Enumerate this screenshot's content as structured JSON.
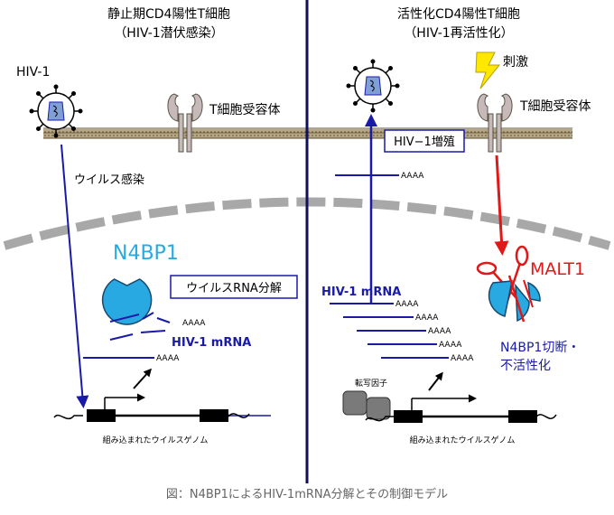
{
  "left": {
    "title": "静止期CD4陽性T細胞",
    "subtitle": "（HIV-1潜伏感染）",
    "virus_label": "HIV-1",
    "receptor_label": "T細胞受容体",
    "infection_label": "ウイルス感染",
    "protein_label": "N4BP1",
    "degradation_label": "ウイルスRNA分解",
    "mrna_label": "HIV-1 mRNA",
    "polya_tail": "AAAA",
    "genome_label": "組み込まれたウイルスゲノム"
  },
  "right": {
    "title": "活性化CD4陽性T細胞",
    "subtitle": "（HIV-1再活性化）",
    "stimulus_label": "刺激",
    "receptor_label": "T細胞受容体",
    "replication_label": "HIV−1増殖",
    "enzyme_label": "MALT1",
    "mrna_label": "HIV-1 mRNA",
    "polya_tail": "AAAA",
    "cleavage_label_line1": "N4BP1切断・",
    "cleavage_label_line2": "不活性化",
    "tf_label": "転写因子",
    "genome_label": "組み込まれたウイルスゲノム"
  },
  "caption": "図：N4BP1によるHIV-1mRNA分解とその制御モデル",
  "colors": {
    "blue": "#1a1aa8",
    "red": "#e01818",
    "cyan": "#29a9e1",
    "membrane": "#8a8a8a",
    "nucleus": "#a8a8a8",
    "virus_core": "#7f9fd6",
    "caption": "#666666"
  }
}
